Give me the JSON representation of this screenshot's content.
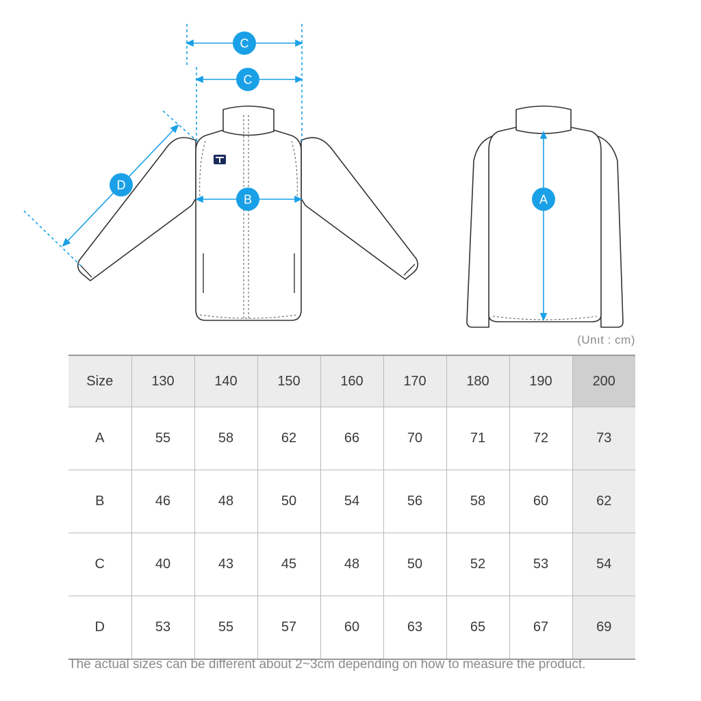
{
  "markers": {
    "c_top": "C",
    "c_mid": "C",
    "d": "D",
    "b": "B",
    "a": "A"
  },
  "colors": {
    "measure": "#1aa0e6",
    "outline": "#333333",
    "logo": "#1a2a5a"
  },
  "unit_note": "(Unıt : cm)",
  "table": {
    "header": [
      "Size",
      "130",
      "140",
      "150",
      "160",
      "170",
      "180",
      "190",
      "200"
    ],
    "rows": [
      [
        "A",
        "55",
        "58",
        "62",
        "66",
        "70",
        "71",
        "72",
        "73"
      ],
      [
        "B",
        "46",
        "48",
        "50",
        "54",
        "56",
        "58",
        "60",
        "62"
      ],
      [
        "C",
        "40",
        "43",
        "45",
        "48",
        "50",
        "52",
        "53",
        "54"
      ],
      [
        "D",
        "53",
        "55",
        "57",
        "60",
        "63",
        "65",
        "67",
        "69"
      ]
    ],
    "highlight_size": "200"
  },
  "footnote": "The actual sizes can be different about 2~3cm depending on how to measure the product."
}
